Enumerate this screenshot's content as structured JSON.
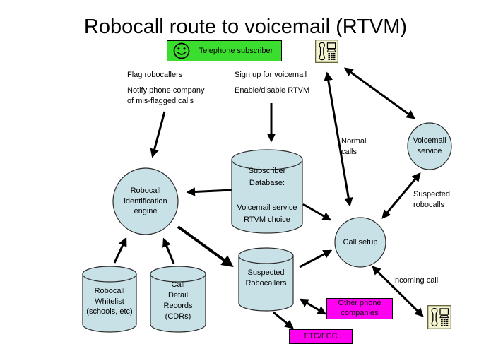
{
  "title": "Robocall route to voicemail (RTVM)",
  "colors": {
    "node_fill": "#c8e1e7",
    "green_box": "#3bdd2e",
    "magenta_box": "#ff00f0",
    "phone_bg": "#f4f4d0",
    "arrow": "#000000"
  },
  "icons": {
    "subscriber": "smiley-icon",
    "phone_top": "telephone-icon",
    "phone_bottom": "telephone-icon"
  },
  "nodes": {
    "telephone_subscriber": {
      "label": "Telephone subscriber"
    },
    "subscriber_database": {
      "label": "Subscriber\nDatabase:\n\nVoicemail service\nRTVM choice"
    },
    "robocall_engine": {
      "label": "Robocall\nidentification\nengine"
    },
    "voicemail_service": {
      "label": "Voicemail\nservice"
    },
    "call_setup": {
      "label": "Call setup"
    },
    "robocall_whitelist": {
      "label": "Robocall\nWhitelist\n(schools, etc)"
    },
    "call_detail_records": {
      "label": "Call\nDetail\nRecords\n(CDRs)"
    },
    "suspected_robocallers": {
      "label": "Suspected\nRobocallers"
    },
    "other_phone_companies": {
      "label": "Other phone\ncompanies"
    },
    "ftc_fcc": {
      "label": "FTC/FCC"
    }
  },
  "labels": {
    "flag_robocallers": "Flag robocallers",
    "notify_phone_company": "Notify phone company\nof mis-flagged calls",
    "sign_up_voicemail": "Sign up for voicemail",
    "enable_disable_rtvm": "Enable/disable RTVM",
    "normal_calls": "Normal\ncalls",
    "suspected_robocalls": "Suspected\nrobocalls",
    "incoming_call": "Incoming call"
  }
}
